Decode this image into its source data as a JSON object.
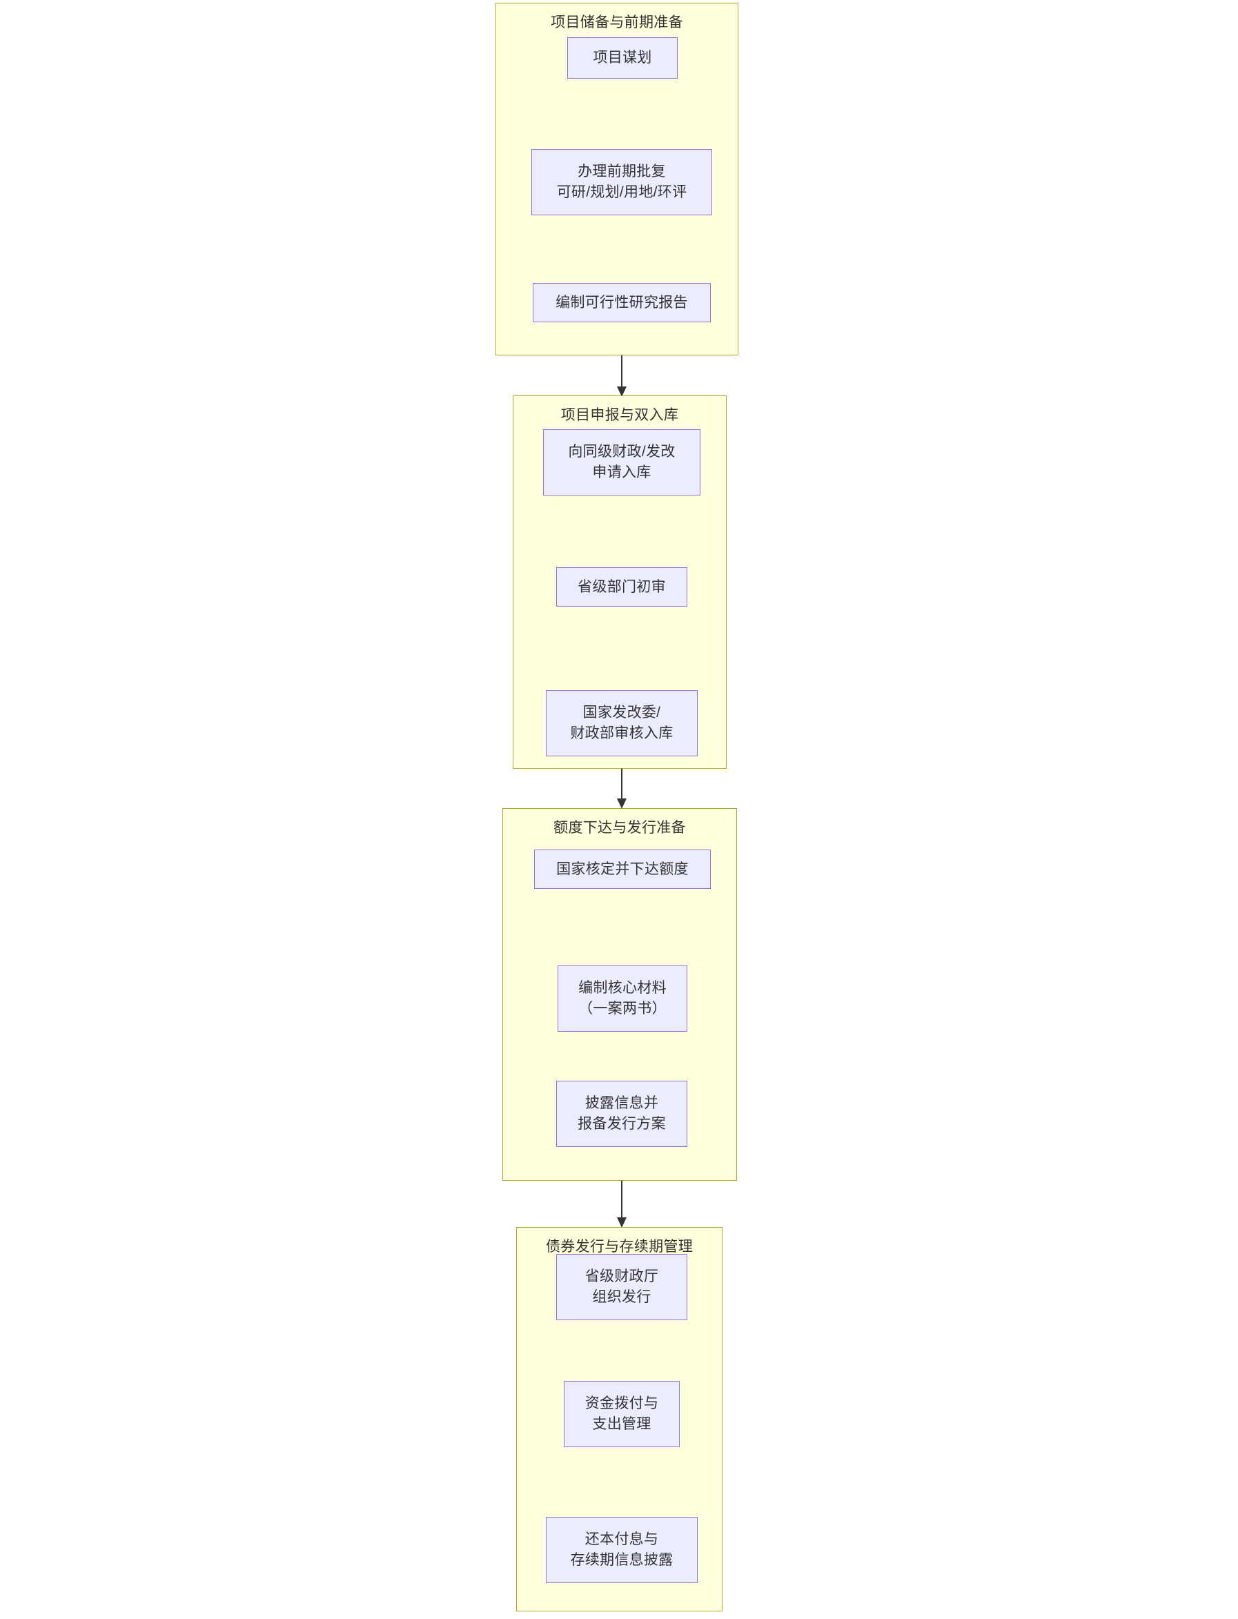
{
  "diagram": {
    "type": "flowchart",
    "orientation": "top-to-bottom",
    "title_text": "",
    "colors": {
      "cluster_fill": "#ffffde",
      "cluster_stroke": "#aaaa33",
      "node_fill": "#ececff",
      "node_stroke": "#9370db",
      "edge_stroke": "#333333",
      "text": "#333333",
      "background": "#ffffff"
    }
  },
  "clusters": [
    {
      "id": "cluster1",
      "title": "项目储备与前期准备",
      "nodes": [
        {
          "id": "n1",
          "label": "项目谋划"
        },
        {
          "id": "n2",
          "label": "办理前期批复\n可研/规划/用地/环评"
        },
        {
          "id": "n3",
          "label": "编制可行性研究报告"
        }
      ]
    },
    {
      "id": "cluster2",
      "title": "项目申报与双入库",
      "nodes": [
        {
          "id": "n4",
          "label": "向同级财政/发改\n申请入库"
        },
        {
          "id": "n5",
          "label": "省级部门初审"
        },
        {
          "id": "n6",
          "label": "国家发改委/\n财政部审核入库"
        }
      ]
    },
    {
      "id": "cluster3",
      "title": "额度下达与发行准备",
      "nodes": [
        {
          "id": "n7",
          "label": "国家核定并下达额度"
        },
        {
          "id": "n8",
          "label": "编制核心材料\n（一案两书）"
        },
        {
          "id": "n9",
          "label": "披露信息并\n报备发行方案"
        }
      ]
    },
    {
      "id": "cluster4",
      "title": "债券发行与存续期管理",
      "nodes": [
        {
          "id": "n10",
          "label": "省级财政厅\n组织发行"
        },
        {
          "id": "n11",
          "label": "资金拨付与\n支出管理"
        },
        {
          "id": "n12",
          "label": "还本付息与\n存续期信息披露"
        }
      ]
    }
  ],
  "edges": [
    {
      "from": "n1",
      "to": "n2",
      "label": ""
    },
    {
      "from": "n2",
      "to": "n3",
      "label": ""
    },
    {
      "from": "n3",
      "to": "n4",
      "label": ""
    },
    {
      "from": "n4",
      "to": "n5",
      "label": ""
    },
    {
      "from": "n5",
      "to": "n6",
      "label": ""
    },
    {
      "from": "n6",
      "to": "n7",
      "label": ""
    },
    {
      "from": "n7",
      "to": "n8",
      "label": ""
    },
    {
      "from": "n8",
      "to": "n9",
      "label": ""
    },
    {
      "from": "n9",
      "to": "n10",
      "label": ""
    },
    {
      "from": "n10",
      "to": "n11",
      "label": ""
    },
    {
      "from": "n11",
      "to": "n12",
      "label": ""
    }
  ]
}
